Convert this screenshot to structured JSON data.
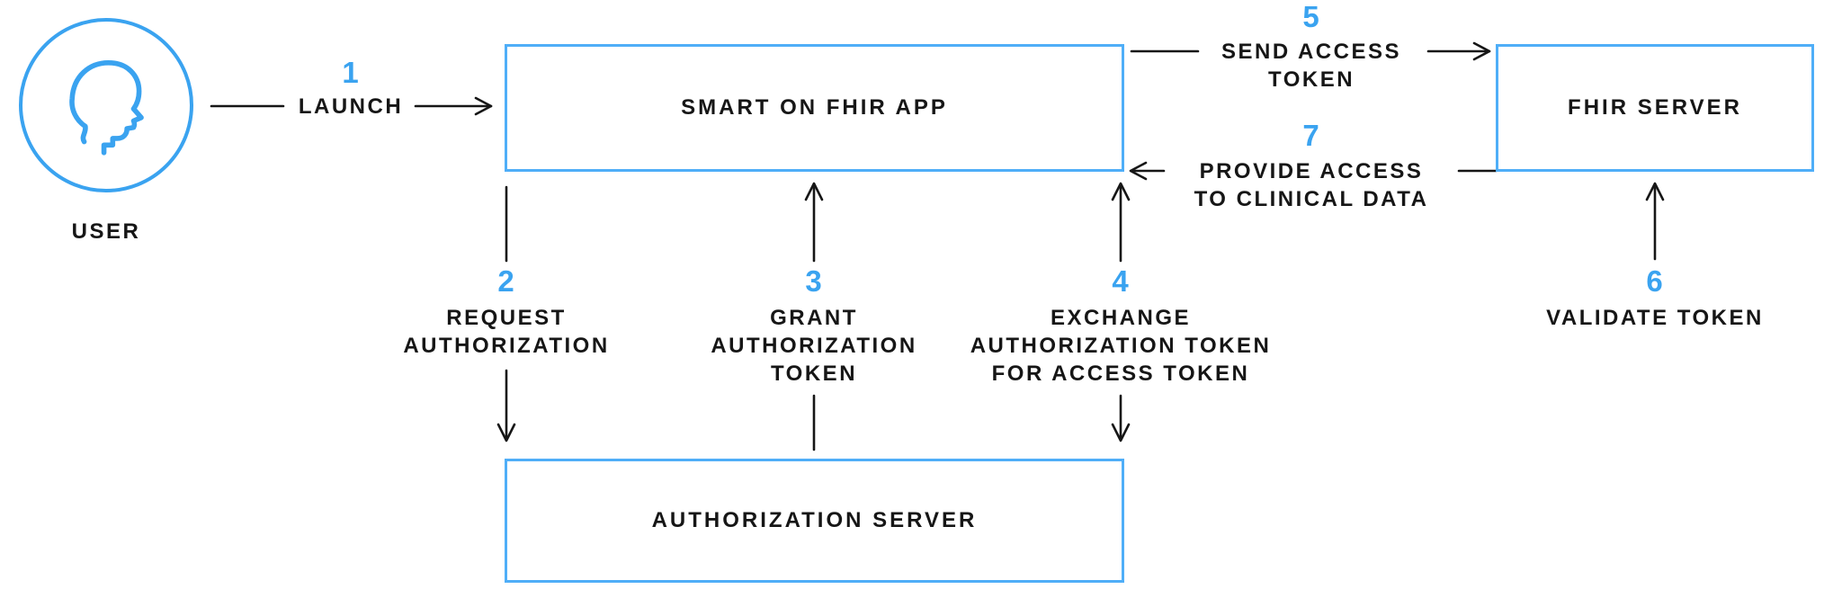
{
  "colors": {
    "accent_blue": "#3aa3f0",
    "box_border_blue": "#4faef8",
    "line_black": "#161616"
  },
  "icons": {
    "user_icon": "head-profile-in-circle"
  },
  "nodes": {
    "user": {
      "label": "USER"
    },
    "smart_app": {
      "label": "SMART ON FHIR APP"
    },
    "fhir_server": {
      "label": "FHIR SERVER"
    },
    "auth_server": {
      "label": "AUTHORIZATION SERVER"
    }
  },
  "steps": {
    "1": {
      "number": "1",
      "lines": [
        "LAUNCH"
      ]
    },
    "2": {
      "number": "2",
      "lines": [
        "REQUEST",
        "AUTHORIZATION"
      ]
    },
    "3": {
      "number": "3",
      "lines": [
        "GRANT",
        "AUTHORIZATION",
        "TOKEN"
      ]
    },
    "4": {
      "number": "4",
      "lines": [
        "EXCHANGE",
        "AUTHORIZATION TOKEN",
        "FOR ACCESS TOKEN"
      ]
    },
    "5": {
      "number": "5",
      "lines": [
        "SEND ACCESS",
        "TOKEN"
      ]
    },
    "6": {
      "number": "6",
      "lines": [
        "VALIDATE TOKEN"
      ]
    },
    "7": {
      "number": "7",
      "lines": [
        "PROVIDE ACCESS",
        "TO CLINICAL DATA"
      ]
    }
  }
}
